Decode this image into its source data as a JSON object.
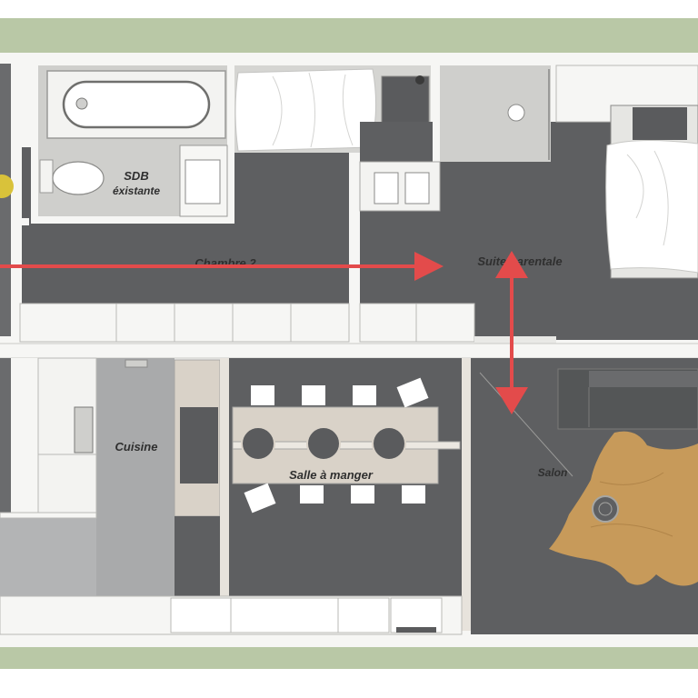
{
  "rooms": {
    "bathroom": "SDB",
    "bathroom_sub": "éxistante",
    "bedroom2": "Chambre 2",
    "master_suite": "Suite parentale",
    "kitchen": "Cuisine",
    "dining": "Salle à manger",
    "living": "Salon"
  },
  "colors": {
    "frame_green": "#b9c8a6",
    "floor_gray": "#5e5f61",
    "wall": "#f6f6f4",
    "kitchen_floor": "#a9aaab",
    "furniture_white": "#f1f1ee",
    "wood_light": "#d9d2c8",
    "arrow_red": "#e34b4b",
    "rug_tan": "#c79a5a",
    "sofa_gray": "#545657",
    "accent_yellow": "#d9c23a"
  },
  "icons": [
    "bathtub-icon",
    "toilet-icon",
    "shower-icon",
    "bed-icon",
    "sofa-icon",
    "cowhide-rug-icon",
    "dining-table-icon",
    "arrow-icon"
  ]
}
